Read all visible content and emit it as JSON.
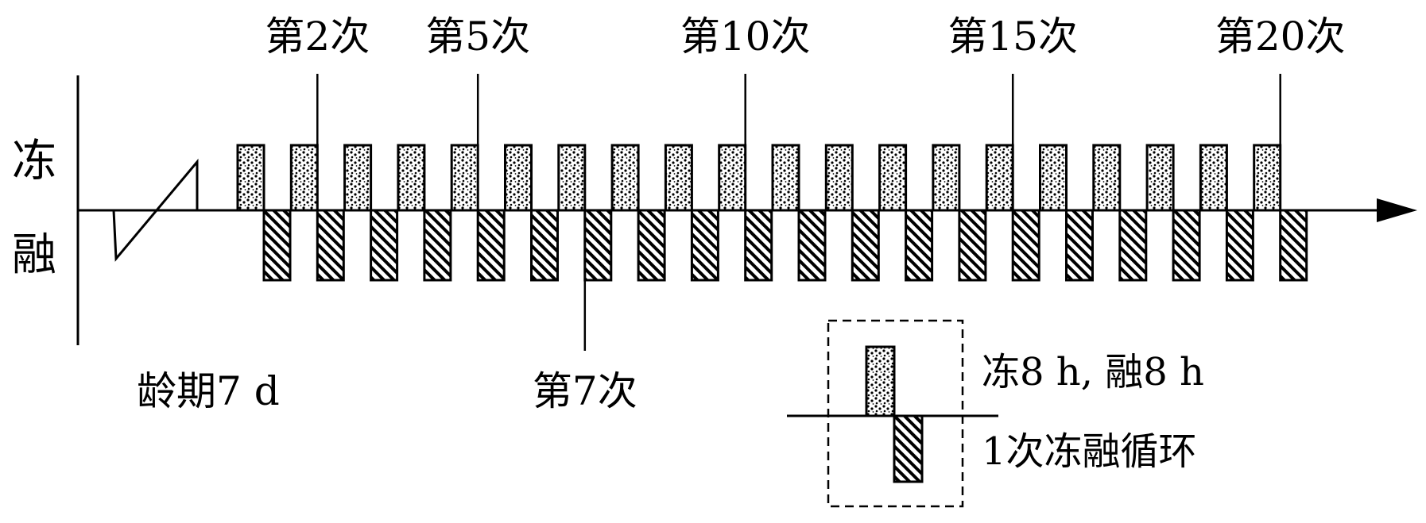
{
  "axis_labels": {
    "freeze": "冻",
    "thaw": "融"
  },
  "age_label": "龄期7 d",
  "cycle_count": 20,
  "cycle_markers_top": [
    {
      "cycle": 2,
      "label": "第2次"
    },
    {
      "cycle": 5,
      "label": "第5次"
    },
    {
      "cycle": 10,
      "label": "第10次"
    },
    {
      "cycle": 15,
      "label": "第15次"
    },
    {
      "cycle": 20,
      "label": "第20次"
    }
  ],
  "cycle_markers_bottom": [
    {
      "cycle": 7,
      "label": "第7次"
    }
  ],
  "legend": {
    "duration_text": "冻8 h, 融8 h",
    "cycle_text": "1次冻融循环"
  }
}
